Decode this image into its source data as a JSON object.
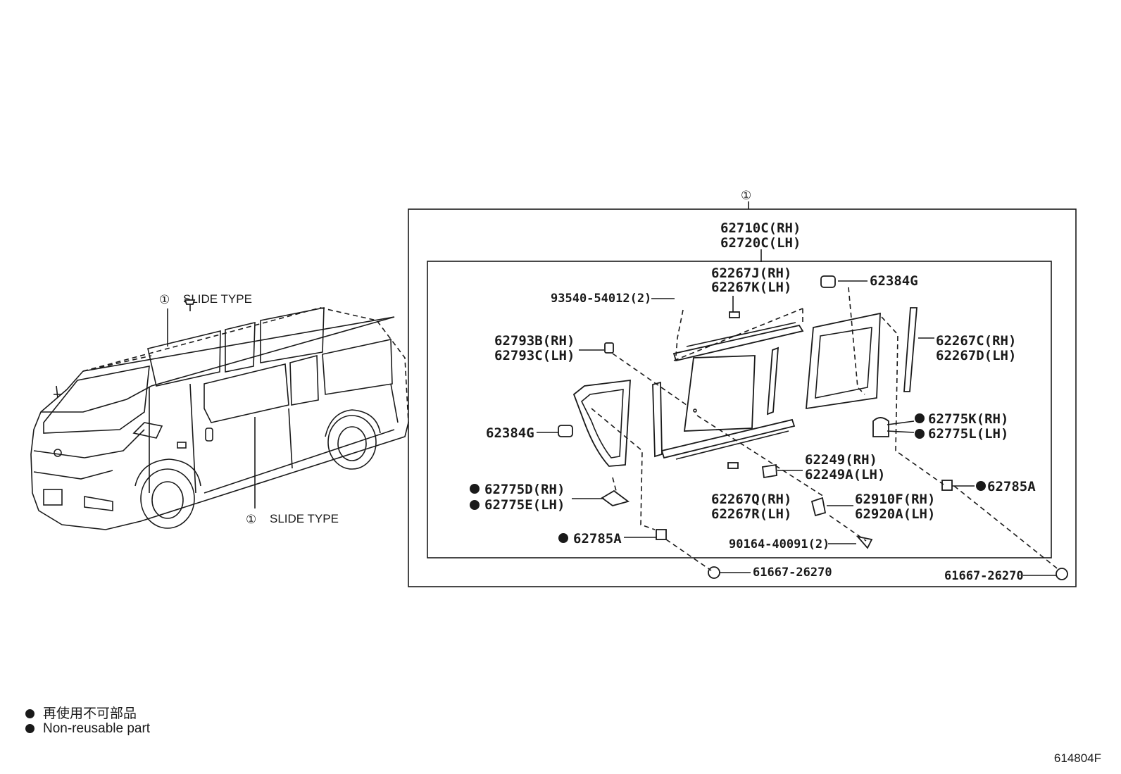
{
  "callouts": {
    "top": "①",
    "van_upper": "①",
    "van_lower": "①"
  },
  "van_labels": {
    "upper": "SLIDE TYPE",
    "lower": "SLIDE TYPE"
  },
  "parts": {
    "p62710C": "62710C(RH)",
    "p62720C": "62720C(LH)",
    "p62267J": "62267J(RH)",
    "p62267K": "62267K(LH)",
    "p93540": "93540-54012(2)",
    "p62384G_top": "62384G",
    "p62793B": "62793B(RH)",
    "p62793C": "62793C(LH)",
    "p62267C": "62267C(RH)",
    "p62267D": "62267D(LH)",
    "p62775K": "62775K(RH)",
    "p62775L": "62775L(LH)",
    "p62384G_left": "62384G",
    "p62249": "62249(RH)",
    "p62249A": "62249A(LH)",
    "p62785A_right": "62785A",
    "p62775D": "62775D(RH)",
    "p62775E": "62775E(LH)",
    "p62267Q": "62267Q(RH)",
    "p62267R": "62267R(LH)",
    "p62910F": "62910F(RH)",
    "p62920A": "62920A(LH)",
    "p62785A_left": "62785A",
    "p90164": "90164-40091(2)",
    "p61667_left": "61667-26270",
    "p61667_right": "61667-26270"
  },
  "legend": {
    "line1": "再使用不可部品",
    "line2": "Non-reusable part"
  },
  "illustration_code": "614804F"
}
